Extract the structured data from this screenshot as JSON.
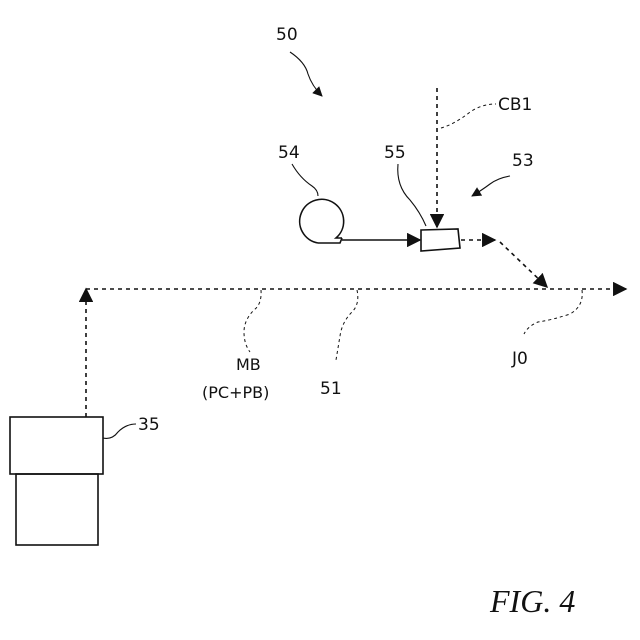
{
  "labels": {
    "ref_50": "50",
    "ref_54": "54",
    "ref_55": "55",
    "ref_53": "53",
    "cb1": "CB1",
    "mb": "MB",
    "mb_sub": "(PC+PB)",
    "ref_51": "51",
    "j0": "J0",
    "ref_35": "35"
  },
  "caption": "FIG. 4"
}
